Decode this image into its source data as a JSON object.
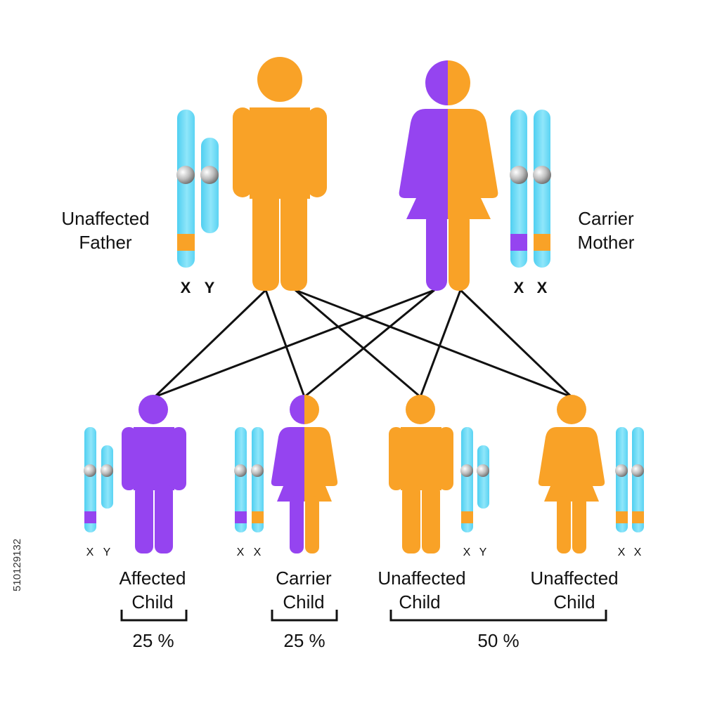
{
  "colors": {
    "unaffected": "#F9A227",
    "affected": "#9544F0",
    "chromosome": "#63D7F5",
    "chromosome_light": "#9FEAFB",
    "centromere": "#9A9A9A",
    "lines": "#111111"
  },
  "labels": {
    "father": [
      "Unaffected",
      "Father"
    ],
    "mother": [
      "Carrier",
      "Mother"
    ],
    "child1": [
      "Affected",
      "Child"
    ],
    "child2": [
      "Carrier",
      "Child"
    ],
    "child3": [
      "Unaffected",
      "Child"
    ],
    "child4": [
      "Unaffected",
      "Child"
    ]
  },
  "chromosome_labels": {
    "father": [
      "X",
      "Y"
    ],
    "mother": [
      "X",
      "X"
    ],
    "child1": [
      "X",
      "Y"
    ],
    "child2": [
      "X",
      "X"
    ],
    "child3": [
      "X",
      "Y"
    ],
    "child4": [
      "X",
      "X"
    ]
  },
  "percentages": {
    "affected": "25 %",
    "carrier": "25 %",
    "unaffected": "50 %"
  },
  "image_id": "510129132"
}
